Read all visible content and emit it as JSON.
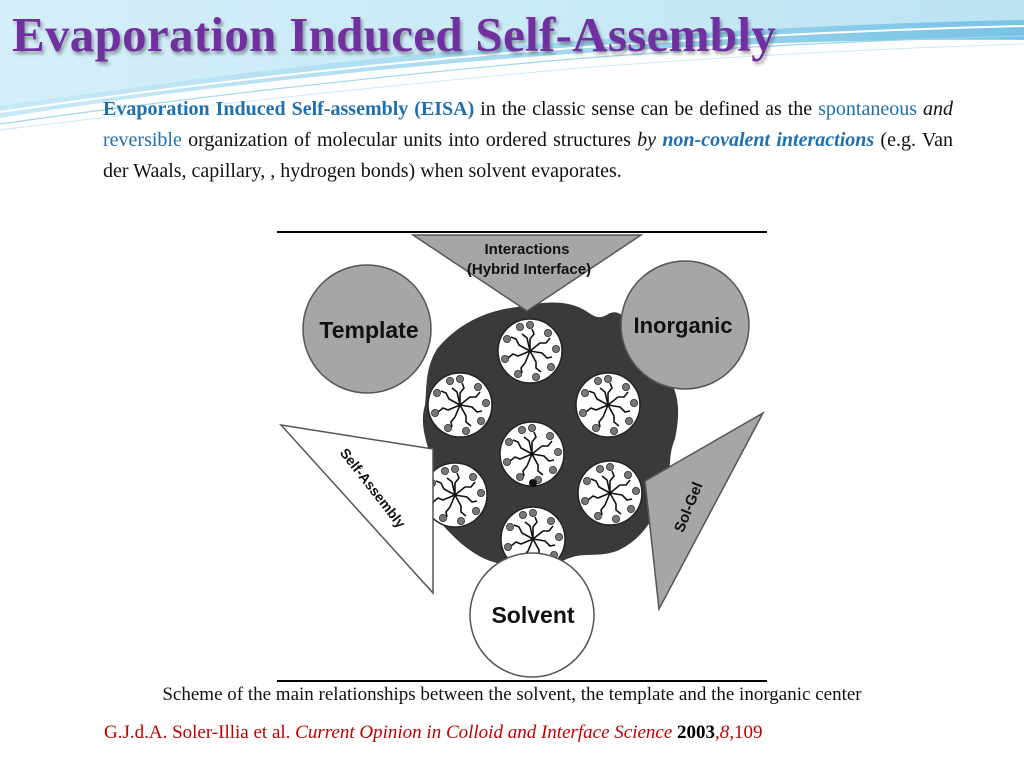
{
  "slide": {
    "title": "Evaporation Induced Self-Assembly"
  },
  "body": {
    "term": "Evaporation Induced Self-assembly (EISA)",
    "t1": " in the classic sense can be defined as the ",
    "spontaneous": "spontaneous",
    "and": "and",
    "reversible": "reversible",
    "t2": " organization of molecular units into ordered structures ",
    "by": "by",
    "ncov": "non-covalent interactions",
    "t3": "  (e.g. Van der Waals, capillary, , hydrogen bonds) when solvent evaporates."
  },
  "figure": {
    "interactions_line1": "Interactions",
    "interactions_line2": "(Hybrid Interface)",
    "template": "Template",
    "inorganic": "Inorganic",
    "self_assembly": "Self-Assembly",
    "sol_gel": "Sol-Gel",
    "solvent": "Solvent"
  },
  "caption": "Scheme of the main relationships between the solvent, the template and the inorganic center",
  "citation": {
    "authors": "G.J.d.A. Soler-Illia et al. ",
    "journal": "Current Opinion in Colloid and Interface Science",
    "year": "2003",
    "volume": "8",
    "page": "109"
  },
  "colors": {
    "title": "#7030a0",
    "accent_blue": "#1f6fb0",
    "citation_red": "#c00000",
    "shape_gray": "#a6a6a6",
    "blob_dark": "#3a3a3a"
  }
}
